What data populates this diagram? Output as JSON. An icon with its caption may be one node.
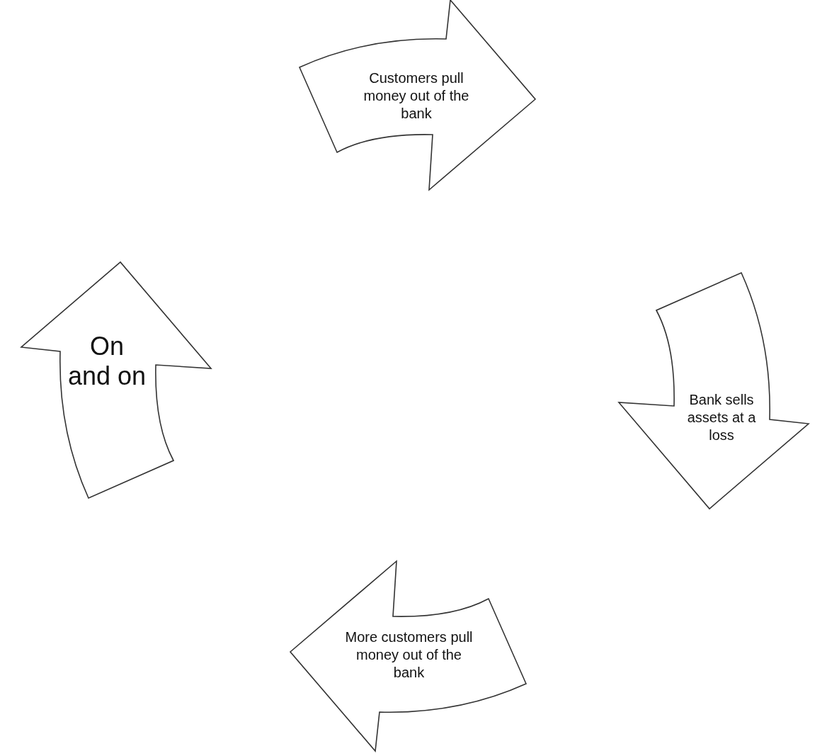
{
  "diagram": {
    "nodes": [
      {
        "text": [
          "Customers pull money out of the bank"
        ]
      },
      {
        "text": [
          "Bank sells assets at a loss"
        ]
      },
      {
        "text": [
          "More customers pull money out of the bank"
        ]
      },
      {
        "text": [
          "On and on"
        ]
      }
    ]
  }
}
